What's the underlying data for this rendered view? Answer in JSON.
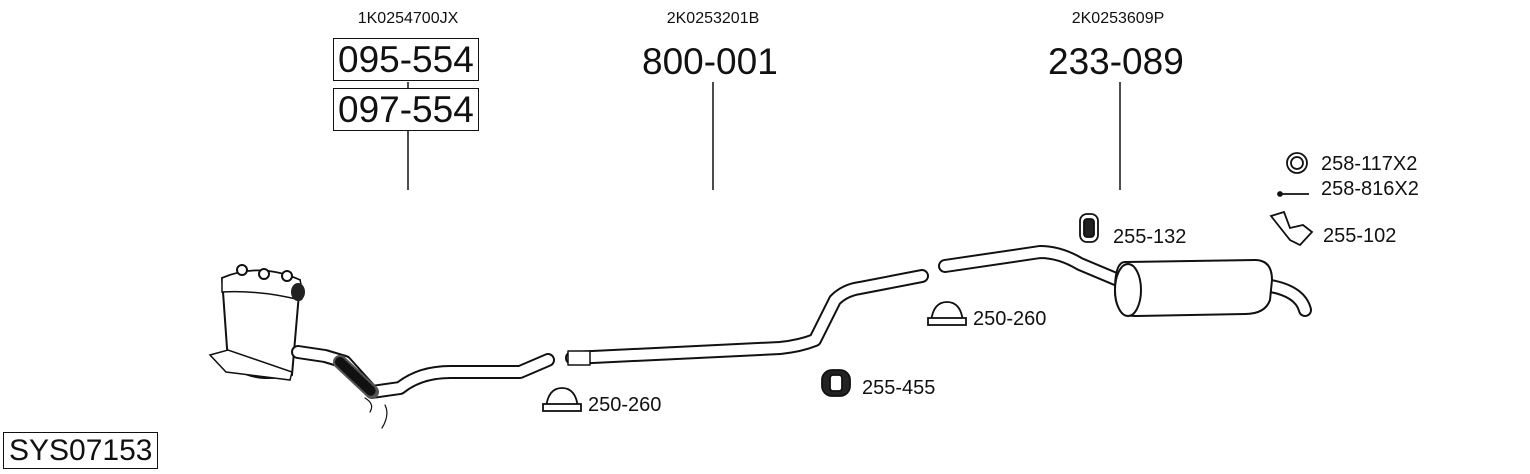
{
  "system_code": "SYS07153",
  "groups": [
    {
      "oe_number": "1K0254700JX",
      "part_numbers": [
        "095-554",
        "097-554"
      ]
    },
    {
      "oe_number": "2K0253201B",
      "part_numbers": [
        "800-001"
      ]
    },
    {
      "oe_number": "2K0253609P",
      "part_numbers": [
        "233-089"
      ]
    }
  ],
  "accessories": [
    {
      "label": "250-260",
      "icon": "clamp-icon"
    },
    {
      "label": "255-455",
      "icon": "rubber-hanger-icon"
    },
    {
      "label": "250-260",
      "icon": "clamp-icon"
    },
    {
      "label": "255-132",
      "icon": "rubber-hanger-icon"
    },
    {
      "label": "255-102",
      "icon": "bracket-icon"
    },
    {
      "label": "258-117X2",
      "icon": "ring-gasket-icon"
    },
    {
      "label": "258-816X2",
      "icon": "bolt-icon"
    }
  ]
}
